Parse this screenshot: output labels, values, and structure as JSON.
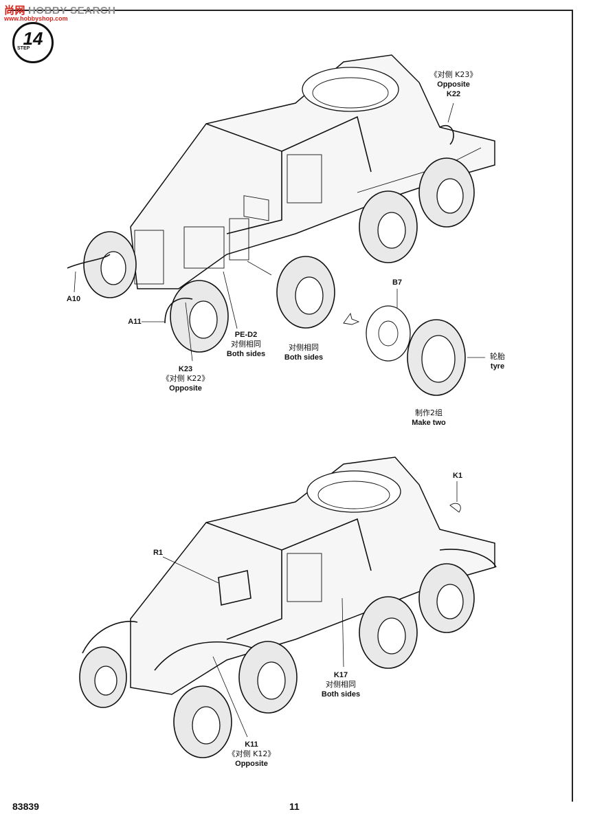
{
  "watermark": {
    "brand_cn": "尚",
    "brand_cn2": "网",
    "brand_en": "HOBBY SEARCH",
    "url": "www.hobbyshop.com"
  },
  "step": {
    "number": "14",
    "label": "STEP"
  },
  "step1": {
    "labels": [
      {
        "id": "k22",
        "lines": [
          "《对侧 K23》",
          "Opposite",
          "K22"
        ]
      },
      {
        "id": "a10",
        "lines": [
          "A10"
        ]
      },
      {
        "id": "a11",
        "lines": [
          "A11"
        ]
      },
      {
        "id": "ped2",
        "lines": [
          "PE-D2",
          "对侧相同",
          "Both sides"
        ]
      },
      {
        "id": "wheel",
        "lines": [
          "对侧相同",
          "Both sides"
        ]
      },
      {
        "id": "k23",
        "lines": [
          "K23",
          "《对侧 K22》",
          "Opposite"
        ]
      },
      {
        "id": "b7",
        "lines": [
          "B7"
        ]
      },
      {
        "id": "tyre",
        "lines": [
          "轮胎",
          "tyre"
        ]
      },
      {
        "id": "make",
        "lines": [
          "制作2组",
          "Make two"
        ]
      }
    ]
  },
  "step2": {
    "labels": [
      {
        "id": "k1",
        "lines": [
          "K1"
        ]
      },
      {
        "id": "r1",
        "lines": [
          "R1"
        ]
      },
      {
        "id": "k17",
        "lines": [
          "K17",
          "对侧相同",
          "Both sides"
        ]
      },
      {
        "id": "k11",
        "lines": [
          "K11",
          "《对侧 K12》",
          "Opposite"
        ]
      }
    ]
  },
  "footer": {
    "product_code": "83839",
    "page_number": "11"
  }
}
